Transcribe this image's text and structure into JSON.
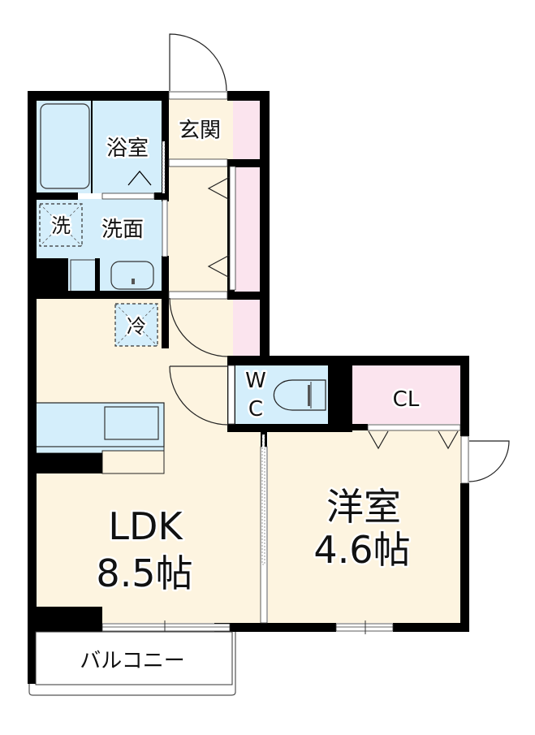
{
  "floorplan": {
    "colors": {
      "floor": "#fdf4e0",
      "wet_area": "#d4eefb",
      "storage": "#fbe4ee",
      "wall": "#000000",
      "background": "#ffffff"
    },
    "rooms": {
      "ldk": {
        "name": "LDK",
        "size": "8.5帖"
      },
      "western_room": {
        "name": "洋室",
        "size": "4.6帖"
      },
      "bathroom": {
        "name": "浴室"
      },
      "washroom": {
        "name": "洗面"
      },
      "washer": {
        "name": "洗"
      },
      "refrigerator": {
        "name": "冷"
      },
      "entrance": {
        "name": "玄関"
      },
      "toilet": {
        "line1": "W",
        "line2": "C"
      },
      "closet": {
        "name": "CL"
      },
      "balcony": {
        "name": "バルコニー"
      }
    }
  }
}
